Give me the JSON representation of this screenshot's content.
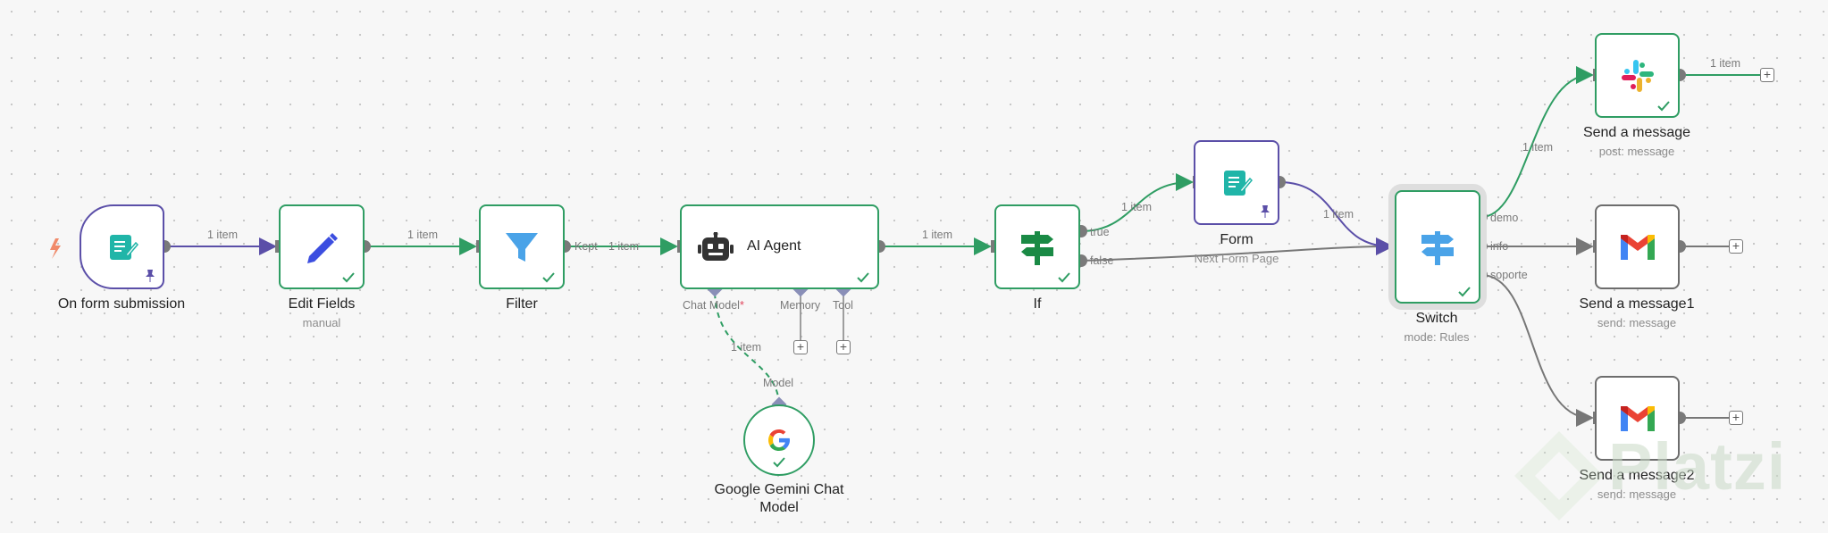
{
  "nodes": {
    "form_trigger": {
      "title": "On form submission",
      "subtitle": ""
    },
    "edit_fields": {
      "title": "Edit Fields",
      "subtitle": "manual"
    },
    "filter": {
      "title": "Filter",
      "subtitle": ""
    },
    "ai_agent": {
      "title": "AI Agent",
      "subtitle": ""
    },
    "if_node": {
      "title": "If",
      "subtitle": ""
    },
    "form": {
      "title": "Form",
      "subtitle": "Next Form Page"
    },
    "switch": {
      "title": "Switch",
      "subtitle": "mode: Rules"
    },
    "slack": {
      "title": "Send a message",
      "subtitle": "post: message"
    },
    "gmail1": {
      "title": "Send a message1",
      "subtitle": "send: message"
    },
    "gmail2": {
      "title": "Send a message2",
      "subtitle": "send: message"
    },
    "gemini": {
      "title": "Google Gemini Chat Model",
      "subtitle": ""
    }
  },
  "ports": {
    "kept": "Kept",
    "true": "true",
    "false": "false",
    "demo": "demo",
    "info": "info",
    "soporte": "soporte",
    "chat_model": "Chat Model",
    "chat_model_required": "*",
    "memory": "Memory",
    "tool": "Tool",
    "model": "Model"
  },
  "edge_labels": {
    "trigger_edit": "1 item",
    "edit_filter": "1 item",
    "filter_agent": "1 item",
    "agent_if": "1 item",
    "if_form": "1 item",
    "form_switch": "1 item",
    "switch_slack": "1 item",
    "slack_out": "1 item",
    "gemini_agent": "1 item"
  },
  "add_buttons": {
    "symbol": "+"
  },
  "watermark": {
    "text": "Platzi"
  },
  "colors": {
    "success": "#2f9d63",
    "trigger": "#5b4fa8",
    "inactive": "#6d6d6d",
    "canvas": "#f7f7f7"
  }
}
